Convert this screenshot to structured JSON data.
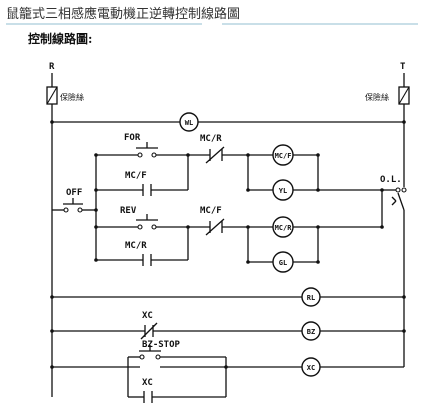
{
  "header": {
    "title": "鼠籠式三相感應電動機正逆轉控制線路圖",
    "subtitle": "控制線路圖:"
  },
  "diagram": {
    "terminals": {
      "left": "R",
      "right": "T"
    },
    "fuses": {
      "left_label": "保險絲",
      "right_label": "保險絲"
    },
    "switches": {
      "off": "OFF",
      "forward": "FOR",
      "reverse": "REV",
      "bz_stop": "BZ-STOP",
      "overload": "O.L."
    },
    "contacts": {
      "mcf_hold": "MC/F",
      "mcr_hold": "MC/R",
      "mcr_interlock": "MC/R",
      "mcf_interlock": "MC/F",
      "xc_nc": "XC",
      "xc_no": "XC"
    },
    "coils": {
      "wl": "WL",
      "mcf": "MC/F",
      "yl": "YL",
      "mcr": "MC/R",
      "gl": "GL",
      "rl": "RL",
      "bz": "BZ",
      "xc": "XC"
    }
  }
}
